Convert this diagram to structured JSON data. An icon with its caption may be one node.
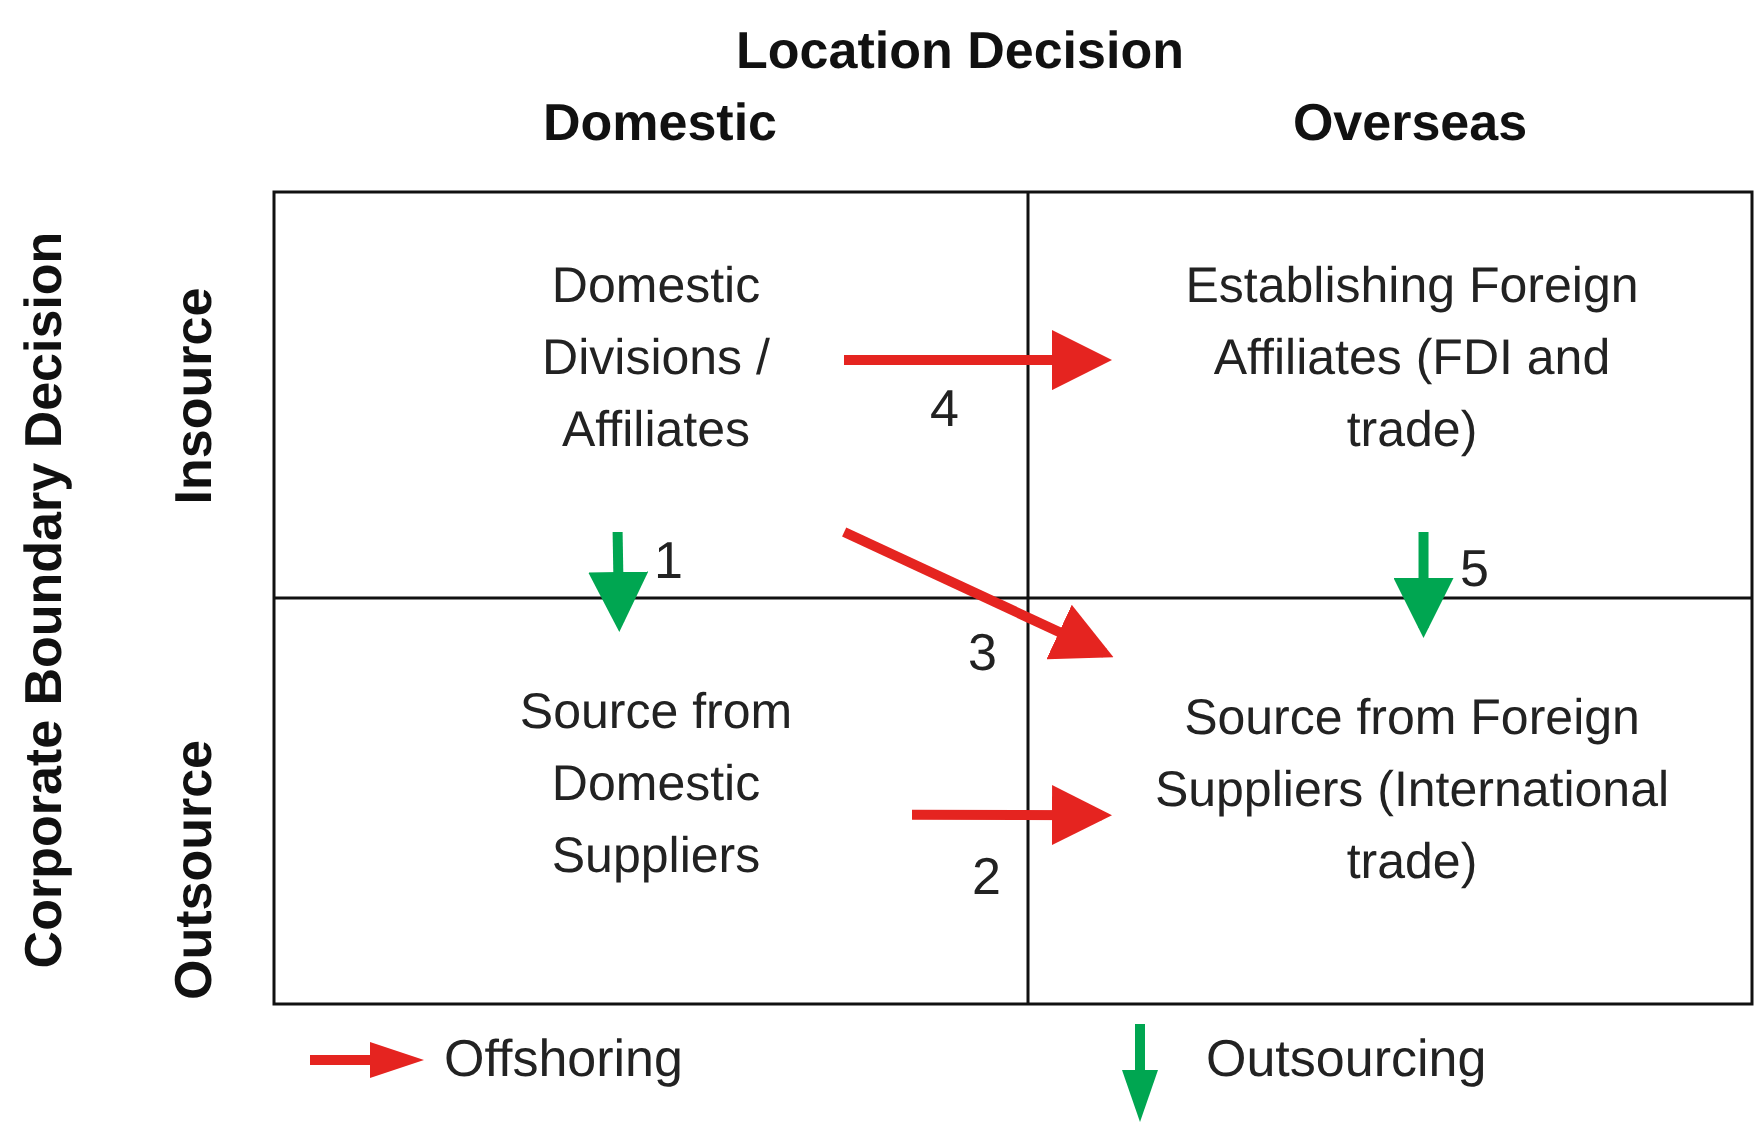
{
  "diagram": {
    "title": "Location Decision",
    "nodes": [
      {
        "text": [
          "Domestic Divisions / Affiliates"
        ]
      },
      {
        "text": [
          "Establishing Foreign Affiliates (FDI and trade)"
        ]
      },
      {
        "text": [
          "Source from Domestic Suppliers"
        ]
      },
      {
        "text": [
          "Source from Foreign Suppliers (International trade)"
        ]
      }
    ],
    "edges": [
      {
        "from": 0,
        "to": 1,
        "arrow": "to",
        "label": "4"
      },
      {
        "from": 0,
        "to": 2,
        "arrow": "to",
        "label": "1",
        "color": "#00a651"
      },
      {
        "from": 0,
        "to": 3,
        "arrow": "to",
        "label": "3"
      },
      {
        "from": 1,
        "to": 3,
        "arrow": "to",
        "label": "5",
        "color": "#00a651"
      },
      {
        "from": 2,
        "to": 3,
        "arrow": "to",
        "label": "2"
      }
    ],
    "labels": [
      "Domestic",
      "Overseas",
      "Corporate Boundary Decision",
      "Insource",
      "Outsource"
    ],
    "legend": [
      {
        "text": "Offshoring"
      },
      {
        "text": "Outsourcing"
      }
    ]
  }
}
